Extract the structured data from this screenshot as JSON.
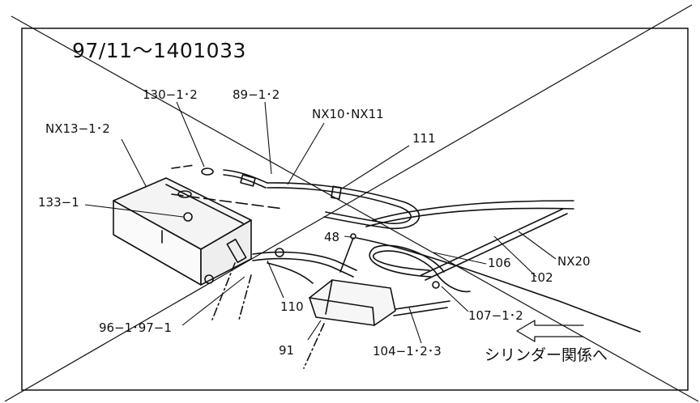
{
  "diagram": {
    "title": "97/11～1401033",
    "parts": {
      "p130": "130−1･2",
      "p89": "89−1･2",
      "pNX10": "NX10･NX11",
      "pNX13": "NX13−1･2",
      "p111": "111",
      "p133": "133−1",
      "p48": "48",
      "p106": "106",
      "pNX20": "NX20",
      "p102": "102",
      "p110": "110",
      "p96": "96−1･97−1",
      "p107": "107−1･2",
      "p91": "91",
      "p104": "104−1･2･3"
    },
    "destination": "シリンダー関係へ",
    "colors": {
      "line": "#111111",
      "background": "#ffffff"
    }
  }
}
